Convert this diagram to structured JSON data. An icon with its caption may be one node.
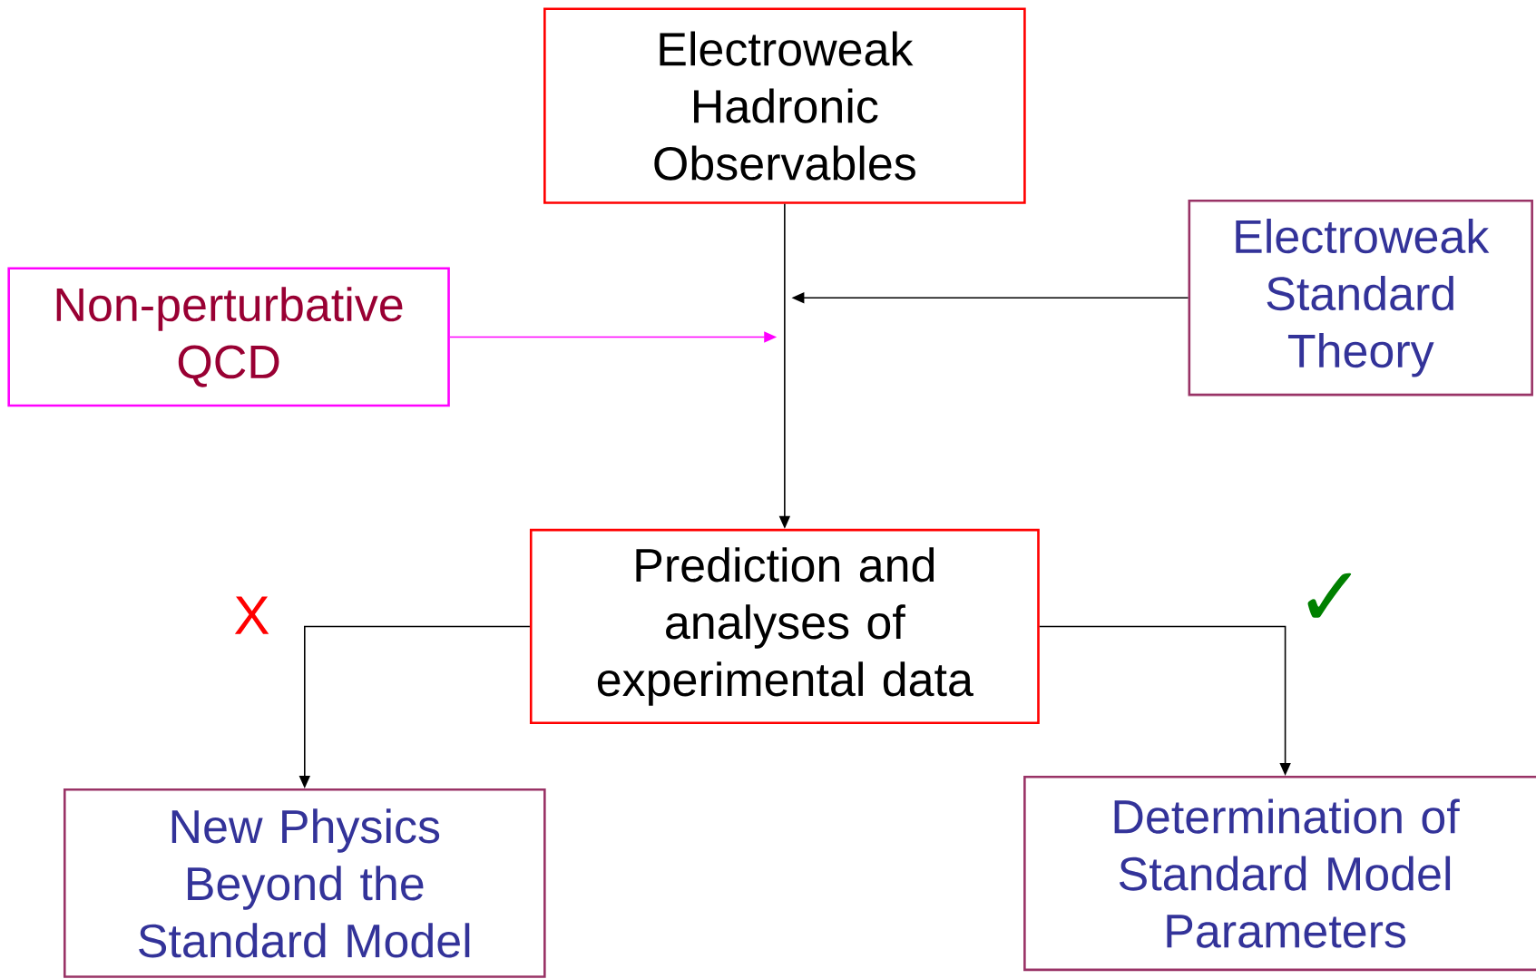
{
  "diagram": {
    "nodes": [
      {
        "text": [
          "Electroweak Hadronic Observables"
        ]
      },
      {
        "text": [
          "Non-perturbative QCD"
        ]
      },
      {
        "text": [
          "Electroweak Standard Theory"
        ]
      },
      {
        "text": [
          "Prediction and analyses of experimental data"
        ]
      },
      {
        "text": [
          "New Physics Beyond the Standard Model"
        ]
      },
      {
        "text": [
          "Determination of Standard Model Parameters"
        ]
      }
    ],
    "edges": [
      {
        "from": 0,
        "to": 3,
        "arrow": "to"
      },
      {
        "from": 1,
        "to": null,
        "arrow": "to",
        "color": "#ff00ff"
      },
      {
        "from": 2,
        "to": null,
        "arrow": "to"
      },
      {
        "from": 3,
        "to": 4,
        "arrow": "to"
      },
      {
        "from": 3,
        "to": 5,
        "arrow": "to"
      }
    ],
    "labels": [
      "X",
      "✓"
    ]
  }
}
